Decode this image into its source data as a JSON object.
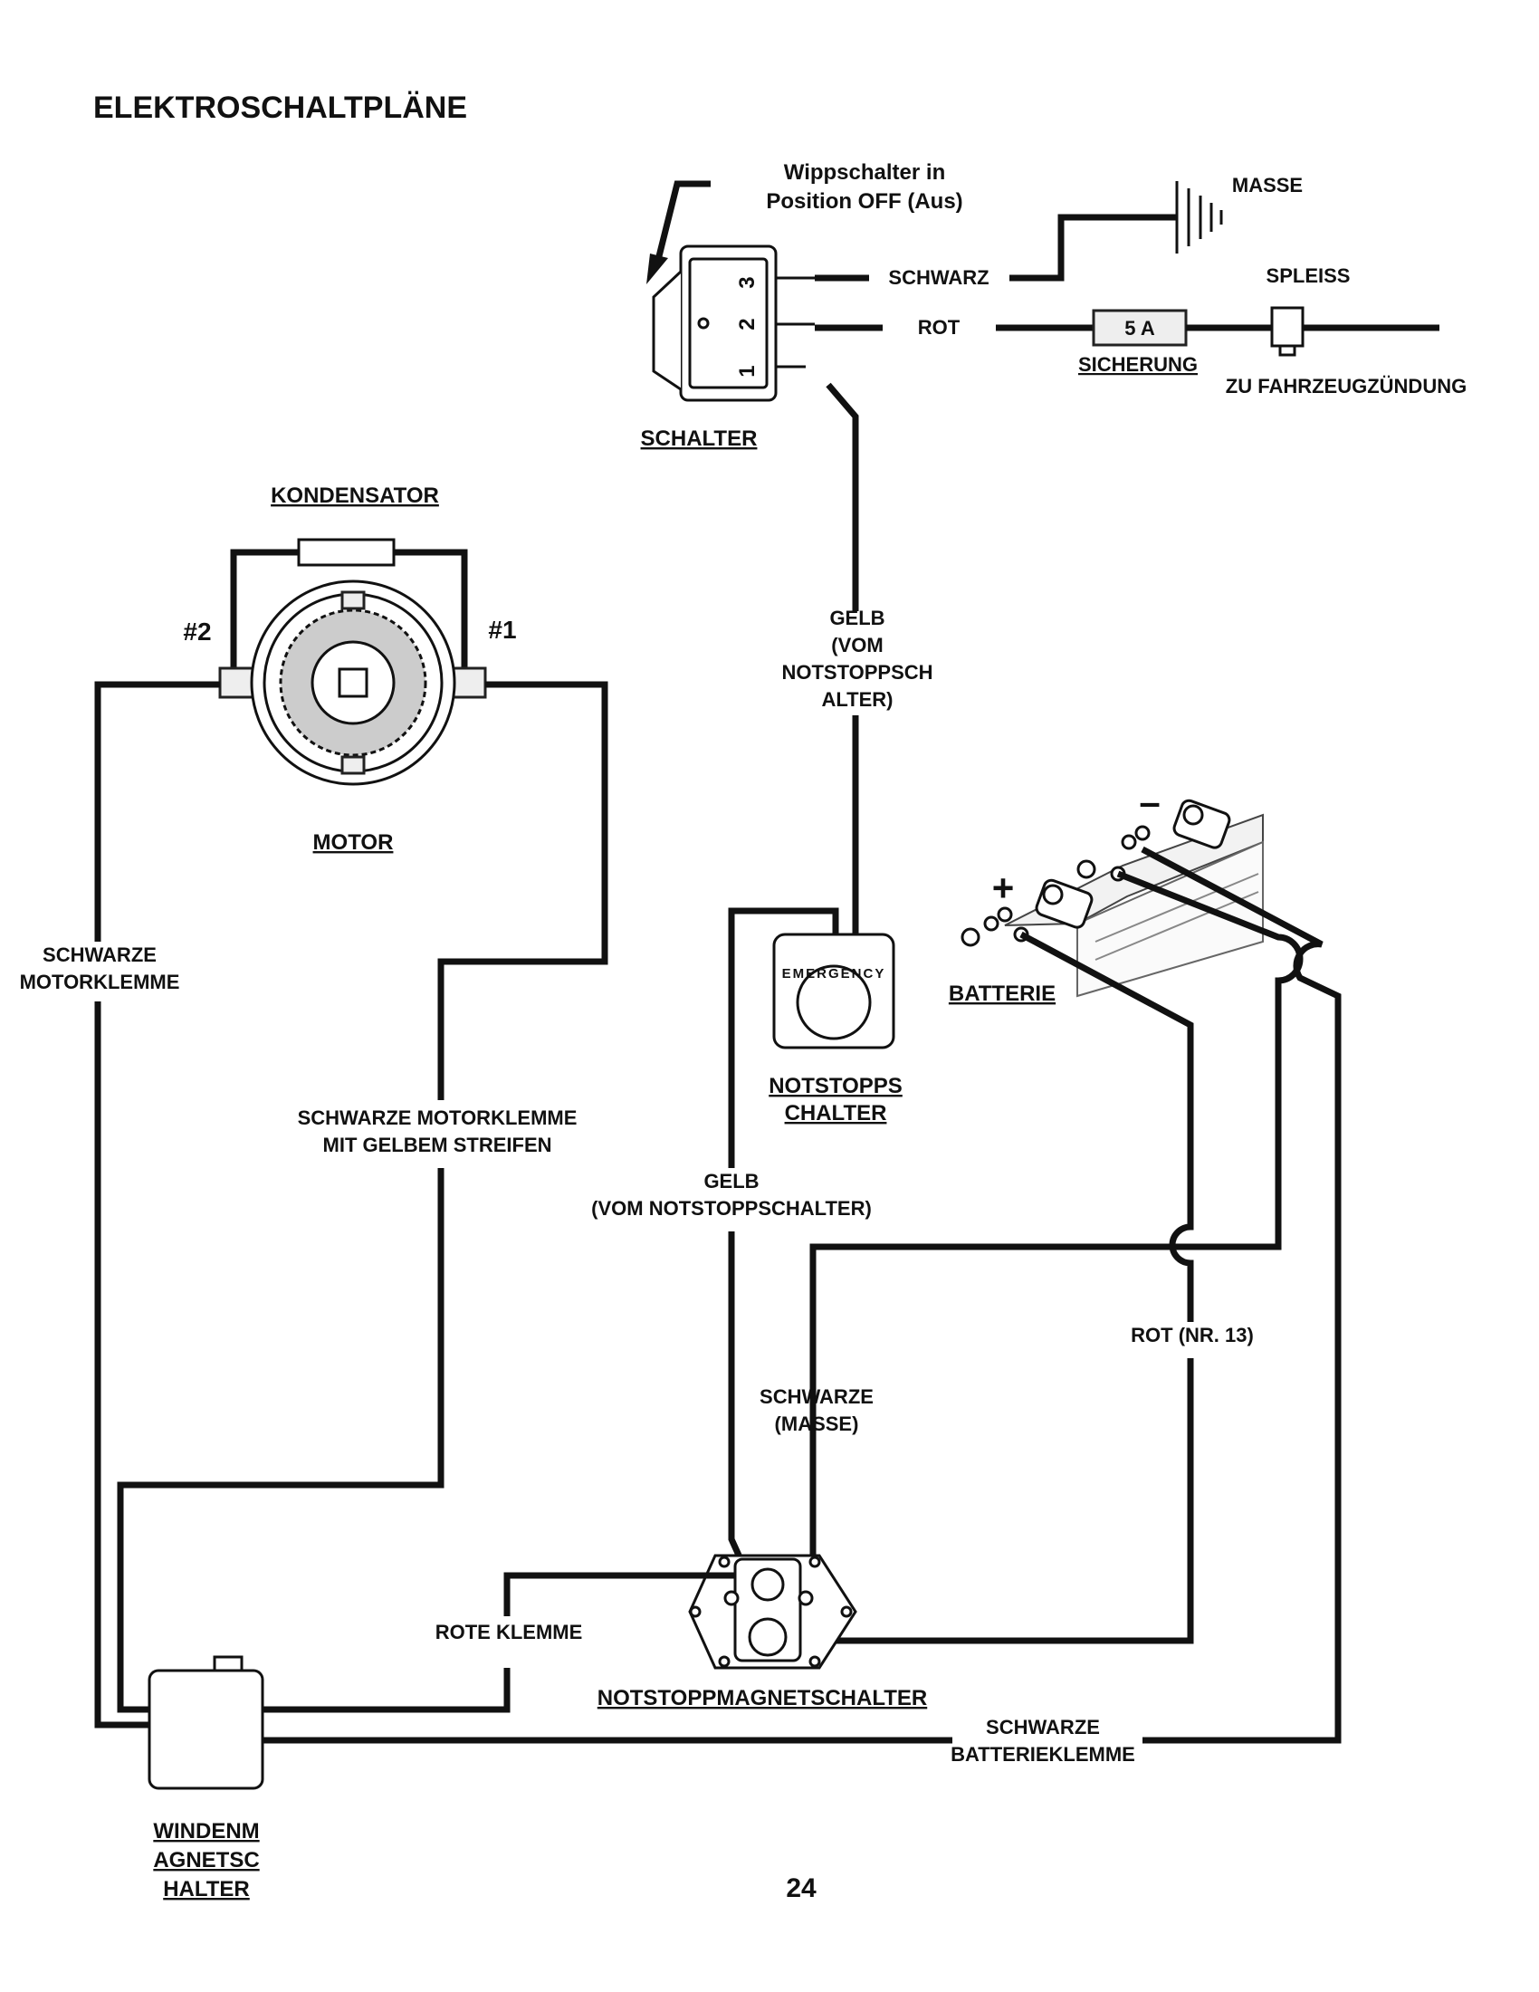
{
  "page": {
    "title": "ELEKTROSCHALTPLÄNE",
    "page_number": "24"
  },
  "labels": {
    "rocker_note_1": "Wippschalter in",
    "rocker_note_2": "Position OFF (Aus)",
    "switch": "SCHALTER",
    "pin3": "3",
    "pin2": "2",
    "pin1": "1",
    "schwarz": "SCHWARZ",
    "masse": "MASSE",
    "rot": "ROT",
    "fuse_value": "5 A",
    "sicherung": "SICHERUNG",
    "spleiss": "SPLEISS",
    "zu_fahrzeug": "ZU FAHRZEUGZÜNDUNG",
    "kondensator": "KONDENSATOR",
    "term2": "#2",
    "term1": "#1",
    "motor": "MOTOR",
    "gelb_1": "GELB",
    "gelb_2": "(VOM",
    "gelb_3": "NOTSTOPPSCH",
    "gelb_4": "ALTER)",
    "schwarze_mk_1": "SCHWARZE",
    "schwarze_mk_2": "MOTORKLEMME",
    "plus": "+",
    "minus": "–",
    "batterie": "BATTERIE",
    "emergency": "EMERGENCY",
    "notstopps_1": "NOTSTOPPS",
    "notstopps_2": "CHALTER",
    "smg_1": "SCHWARZE MOTORKLEMME",
    "smg_2": "MIT GELBEM STREIFEN",
    "gelb_b_1": "GELB",
    "gelb_b_2": "(VOM NOTSTOPPSCHALTER)",
    "rot13": "ROT (NR. 13)",
    "schwarze_masse_1": "SCHWARZE",
    "schwarze_masse_2": "(MASSE)",
    "rote_klemme": "ROTE KLEMME",
    "notstoppmagnet": "NOTSTOPPMAGNETSCHALTER",
    "sbk_1": "SCHWARZE",
    "sbk_2": "BATTERIEKLEMME",
    "winden_1": "WINDENM",
    "winden_2": "AGNETSC",
    "winden_3": "HALTER"
  }
}
